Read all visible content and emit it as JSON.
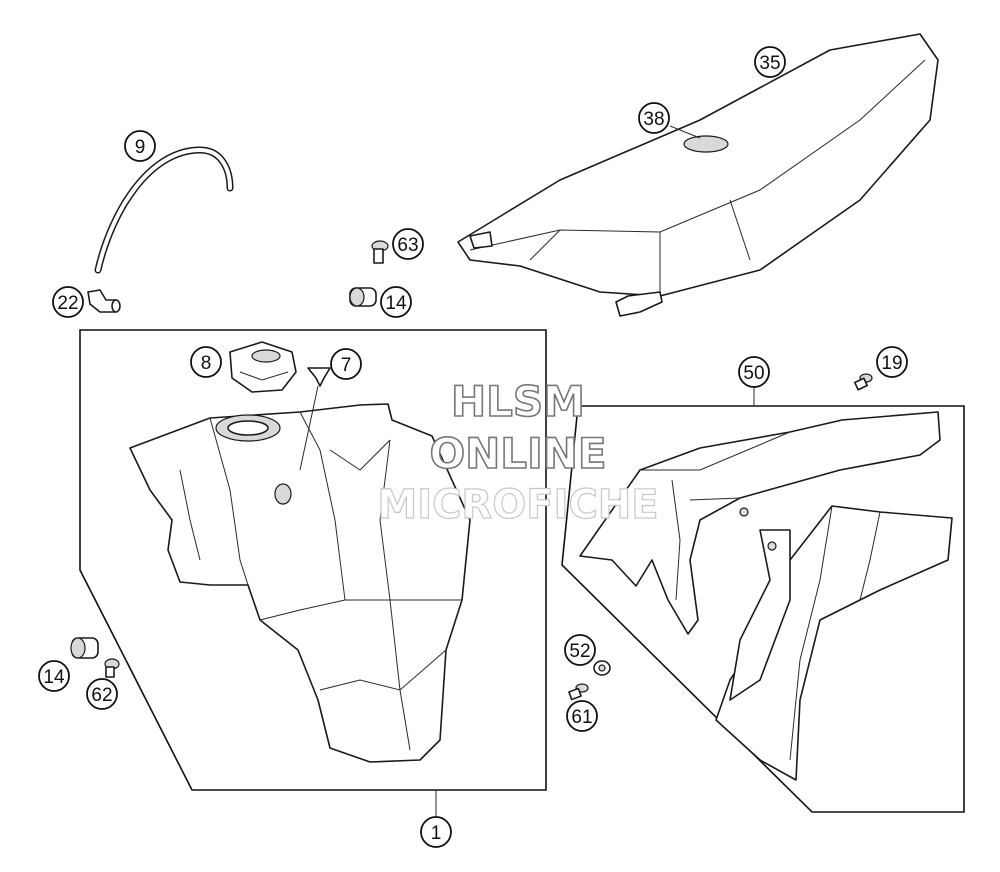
{
  "watermark": {
    "line1": "HLSM",
    "line2": "ONLINE",
    "line3": "MICROFICHE"
  },
  "callouts": [
    {
      "id": "c1",
      "label": "1"
    },
    {
      "id": "c7",
      "label": "7"
    },
    {
      "id": "c8",
      "label": "8"
    },
    {
      "id": "c9",
      "label": "9"
    },
    {
      "id": "c14a",
      "label": "14"
    },
    {
      "id": "c14b",
      "label": "14"
    },
    {
      "id": "c19",
      "label": "19"
    },
    {
      "id": "c22",
      "label": "22"
    },
    {
      "id": "c35",
      "label": "35"
    },
    {
      "id": "c38",
      "label": "38"
    },
    {
      "id": "c50",
      "label": "50"
    },
    {
      "id": "c52",
      "label": "52"
    },
    {
      "id": "c61",
      "label": "61"
    },
    {
      "id": "c62",
      "label": "62"
    },
    {
      "id": "c63",
      "label": "63"
    }
  ]
}
